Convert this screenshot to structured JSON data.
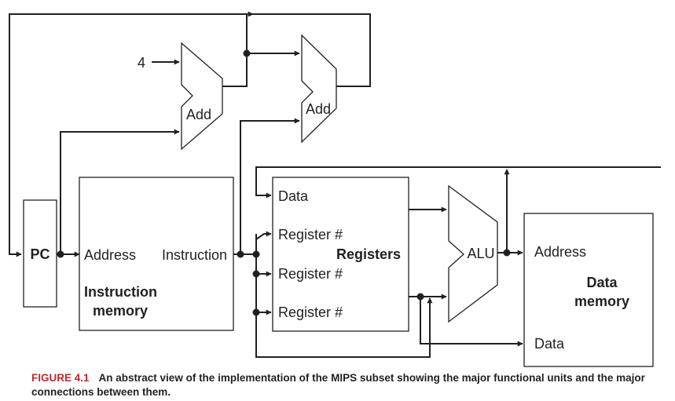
{
  "diagram": {
    "pc_label": "PC",
    "const_four": "4",
    "adder1_label": "Add",
    "adder2_label": "Add",
    "imem": {
      "address": "Address",
      "instruction": "Instruction",
      "title_line1": "Instruction",
      "title_line2": "memory"
    },
    "regs": {
      "data": "Data",
      "reg1": "Register #",
      "reg2": "Register #",
      "reg3": "Register #",
      "title": "Registers"
    },
    "alu_label": "ALU",
    "dmem": {
      "address": "Address",
      "data": "Data",
      "title_line1": "Data",
      "title_line2": "memory"
    }
  },
  "caption": {
    "figure_id": "FIGURE 4.1",
    "text": "An abstract view of the implementation of the MIPS subset showing the major functional units and the major connections between them."
  },
  "colors": {
    "line": "#231f20",
    "caption_label": "#c4262e"
  }
}
